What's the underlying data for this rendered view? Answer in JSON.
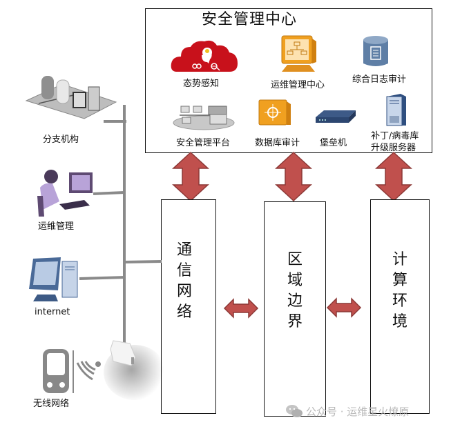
{
  "security_center": {
    "title": "安全管理中心",
    "components": [
      {
        "label": "态势感知",
        "icon": "situational-awareness-cloud-icon"
      },
      {
        "label": "运维管理中心",
        "icon": "ops-management-monitor-icon"
      },
      {
        "label": "综合日志审计",
        "icon": "log-audit-database-icon"
      },
      {
        "label": "安全管理平台",
        "icon": "security-platform-network-icon"
      },
      {
        "label": "数据库审计",
        "icon": "database-audit-appliance-icon"
      },
      {
        "label": "堡垒机",
        "icon": "bastion-host-appliance-icon"
      },
      {
        "label_line1": "补丁/病毒库",
        "label_line2": "升级服务器",
        "icon": "update-server-tower-icon"
      }
    ]
  },
  "columns": [
    {
      "chars": [
        "通",
        "信",
        "网",
        "络"
      ],
      "name": "通信网络"
    },
    {
      "chars": [
        "区",
        "域",
        "边",
        "界"
      ],
      "name": "区域边界"
    },
    {
      "chars": [
        "计",
        "算",
        "环",
        "境"
      ],
      "name": "计算环境"
    }
  ],
  "endpoints": [
    {
      "label": "分支机构",
      "icon": "branch-office-icon"
    },
    {
      "label": "运维管理",
      "icon": "ops-person-computer-icon"
    },
    {
      "label": "internet",
      "icon": "desktop-computer-icon"
    },
    {
      "label": "无线网络",
      "icon": "wireless-device-icon"
    }
  ],
  "watermark": {
    "text": "公众号 · 运维星火燎原",
    "icon": "wechat-icon"
  },
  "colors": {
    "arrow_fill": "#c0504d",
    "arrow_stroke": "#8c3836",
    "bus_line": "#8a8a8a",
    "cloud_red": "#c8111b",
    "monitor_orange": "#f0a020",
    "db_blue": "#5f7fa6"
  }
}
